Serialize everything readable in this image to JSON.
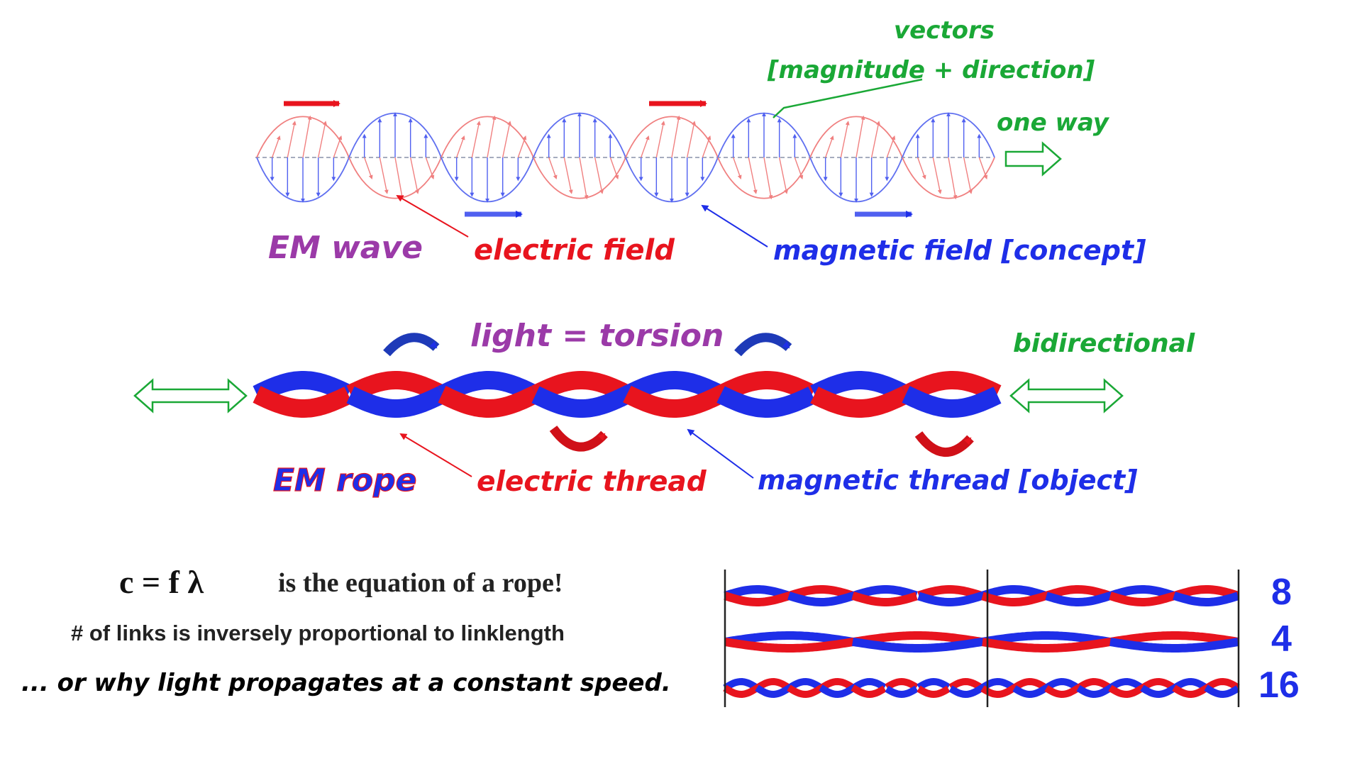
{
  "colors": {
    "red": "#e8141e",
    "blue": "#1e2ee8",
    "green": "#1aa836",
    "purple": "#9b3aa8",
    "black": "#111111"
  },
  "em_wave": {
    "label": "EM wave",
    "electric_label": "electric field",
    "magnetic_label": "magnetic field [concept]",
    "vectors_label": "vectors",
    "vectors_sub_label": "[magnitude + direction]",
    "direction_label": "one way"
  },
  "em_rope": {
    "label": "EM rope",
    "title": "light = torsion",
    "electric_label": "electric thread",
    "magnetic_label": "magnetic thread [object]",
    "direction_label": "bidirectional"
  },
  "equation": {
    "formula": "c = f λ",
    "formula_text": "is the equation of a rope!",
    "line2": "# of links is inversely proportional to linklength",
    "line3": "... or why light propagates at a constant speed."
  },
  "ropes_comparison": {
    "rows": [
      {
        "links": 8,
        "label": "8"
      },
      {
        "links": 4,
        "label": "4"
      },
      {
        "links": 16,
        "label": "16"
      }
    ]
  }
}
